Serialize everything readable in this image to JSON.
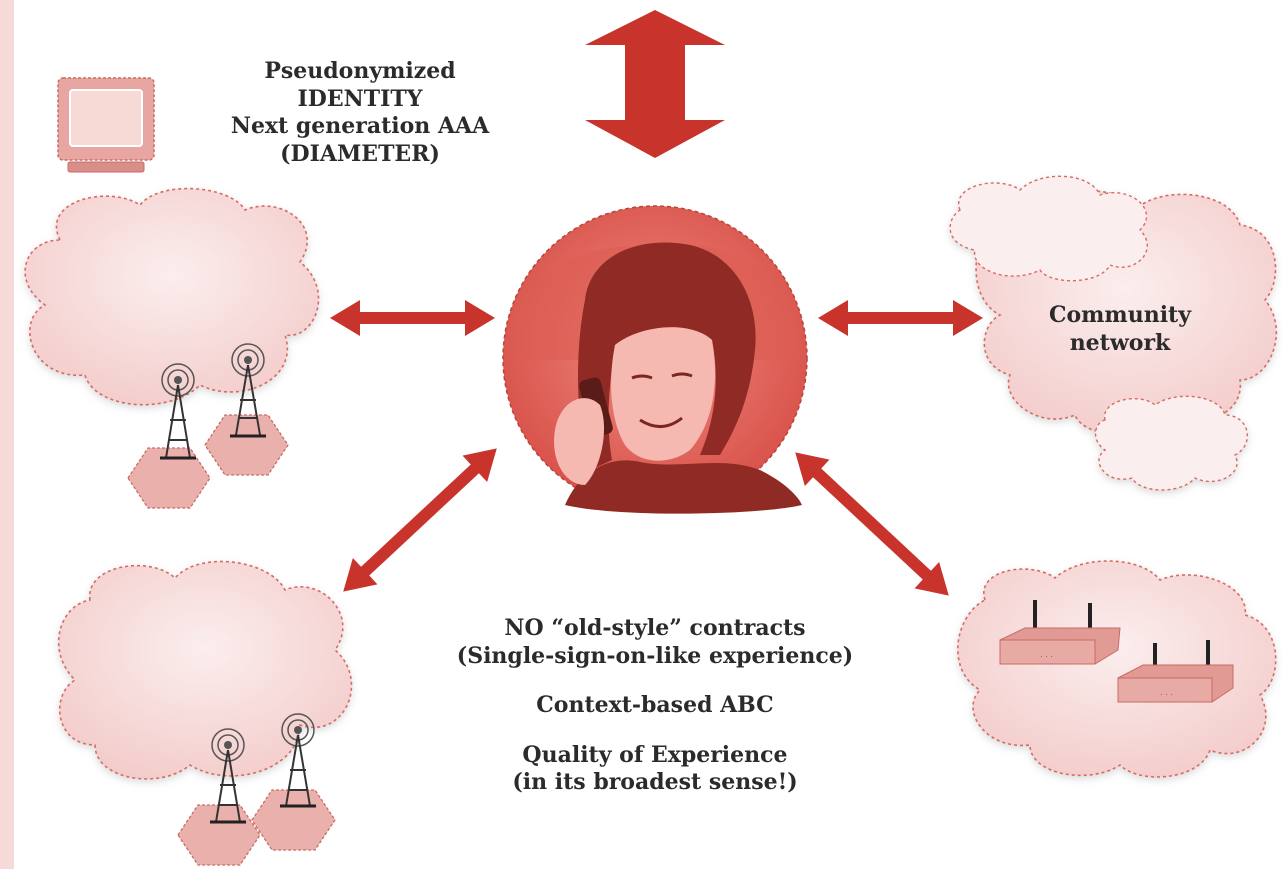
{
  "labels": {
    "identity": [
      "Pseudonymized",
      "IDENTITY",
      "Next generation AAA",
      "(DIAMETER)"
    ],
    "community": [
      "Community",
      "network"
    ],
    "contracts": [
      "NO “old-style” contracts",
      "(Single-sign-on-like experience)"
    ],
    "abc": "Context-based ABC",
    "quality": [
      "Quality of Experience",
      "(in its broadest sense!)"
    ]
  },
  "colors": {
    "arrow": "#c8332c",
    "cloud_fill": "#f7dede",
    "cloud_stroke": "#d96a63",
    "hub_fill": "#e46a5e",
    "device_fill": "#eab0ab"
  },
  "icons": {
    "monitor": "computer-monitor-icon",
    "tower": "cell-tower-icon",
    "router": "wireless-router-icon",
    "user": "user-on-phone-photo"
  }
}
